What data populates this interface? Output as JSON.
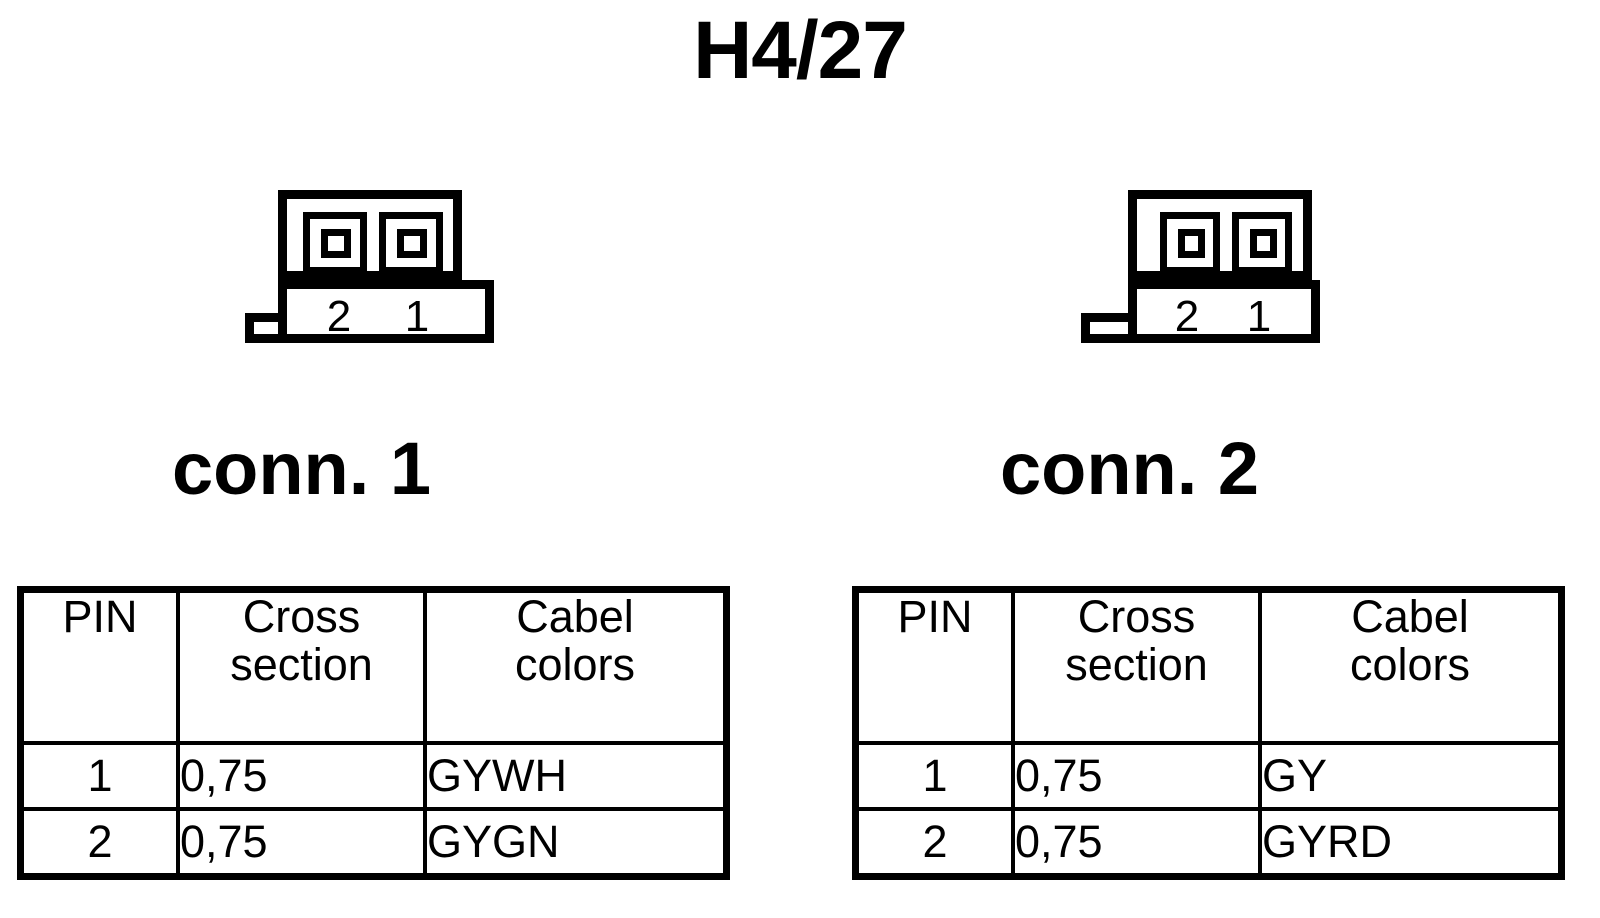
{
  "title": "H4/27",
  "connectors": [
    {
      "label": "conn. 1",
      "pin_numbers": [
        "2",
        "1"
      ],
      "table": {
        "headers": {
          "pin": "PIN",
          "cross_section_line1": "Cross",
          "cross_section_line2": "section",
          "cable_colors_line1": "Cabel",
          "cable_colors_line2": "colors"
        },
        "rows": [
          {
            "pin": "1",
            "cross_section": "0,75",
            "cable_colors": "GYWH"
          },
          {
            "pin": "2",
            "cross_section": "0,75",
            "cable_colors": "GYGN"
          }
        ]
      }
    },
    {
      "label": "conn. 2",
      "pin_numbers": [
        "2",
        "1"
      ],
      "table": {
        "headers": {
          "pin": "PIN",
          "cross_section_line1": "Cross",
          "cross_section_line2": "section",
          "cable_colors_line1": "Cabel",
          "cable_colors_line2": "colors"
        },
        "rows": [
          {
            "pin": "1",
            "cross_section": "0,75",
            "cable_colors": "GY"
          },
          {
            "pin": "2",
            "cross_section": "0,75",
            "cable_colors": "GYRD"
          }
        ]
      }
    }
  ],
  "colors": {
    "line": "#000000",
    "background": "#ffffff"
  }
}
